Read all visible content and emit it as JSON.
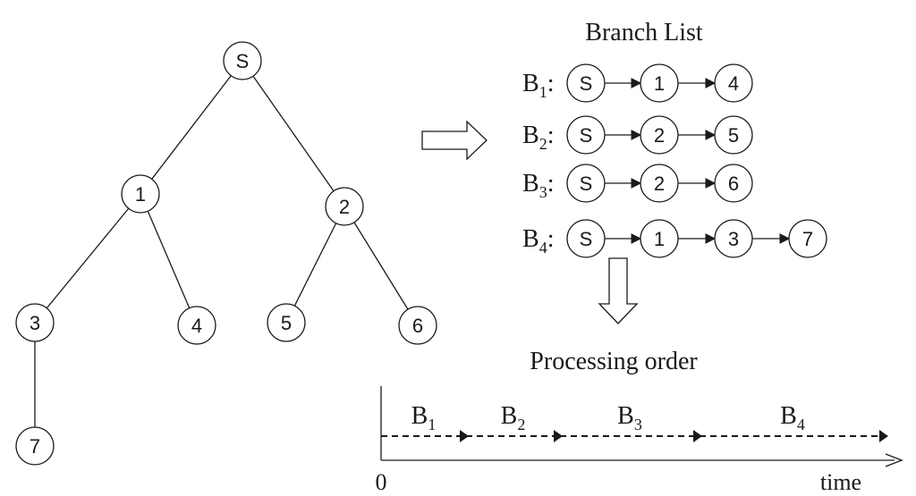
{
  "tree": {
    "nodes": [
      {
        "id": "S",
        "label": "S"
      },
      {
        "id": "1",
        "label": "1"
      },
      {
        "id": "2",
        "label": "2"
      },
      {
        "id": "3",
        "label": "3"
      },
      {
        "id": "4",
        "label": "4"
      },
      {
        "id": "5",
        "label": "5"
      },
      {
        "id": "6",
        "label": "6"
      },
      {
        "id": "7",
        "label": "7"
      }
    ],
    "edges": [
      [
        "S",
        "1"
      ],
      [
        "S",
        "2"
      ],
      [
        "1",
        "3"
      ],
      [
        "1",
        "4"
      ],
      [
        "2",
        "5"
      ],
      [
        "2",
        "6"
      ],
      [
        "3",
        "7"
      ]
    ]
  },
  "branch_list": {
    "title": "Branch List",
    "branches": [
      {
        "name": "B",
        "sub": "1",
        "path": [
          "S",
          "1",
          "4"
        ]
      },
      {
        "name": "B",
        "sub": "2",
        "path": [
          "S",
          "2",
          "5"
        ]
      },
      {
        "name": "B",
        "sub": "3",
        "path": [
          "S",
          "2",
          "6"
        ]
      },
      {
        "name": "B",
        "sub": "4",
        "path": [
          "S",
          "1",
          "3",
          "7"
        ]
      }
    ]
  },
  "processing": {
    "title": "Processing order",
    "segments": [
      {
        "name": "B",
        "sub": "1"
      },
      {
        "name": "B",
        "sub": "2"
      },
      {
        "name": "B",
        "sub": "3"
      },
      {
        "name": "B",
        "sub": "4"
      }
    ],
    "origin_label": "0",
    "axis_label": "time"
  }
}
